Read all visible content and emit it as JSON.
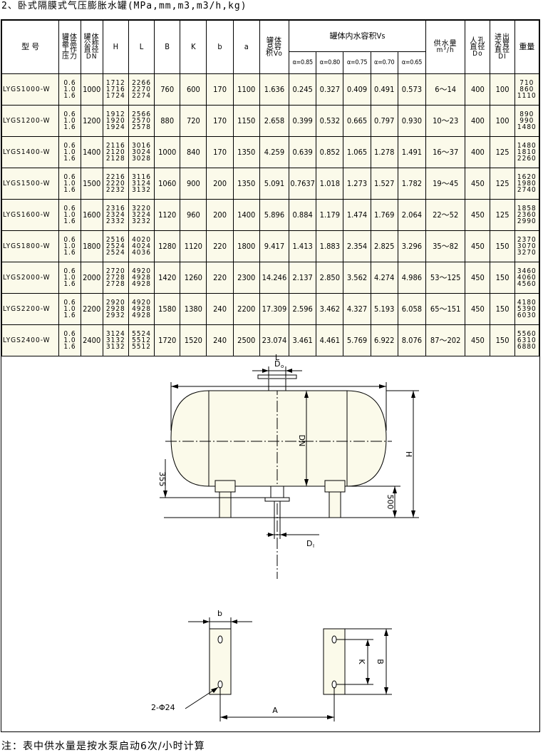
{
  "title": "2、卧式隔膜式气压膨胀水罐(MPa,mm,m3,m3/h,kg)",
  "header": {
    "model": "型 号",
    "pressure": [
      "罐体",
      "最高",
      "工作",
      "压力"
    ],
    "dn": [
      "罐体",
      "公称",
      "直径",
      "DN"
    ],
    "H": "H",
    "L": "L",
    "B": "B",
    "K": "K",
    "b": "b",
    "a": "a",
    "vo": [
      "罐体",
      "总容",
      "积Vo"
    ],
    "vs": "罐体内水容积Vs",
    "alpha": [
      "α=0.85",
      "α=0.80",
      "α=0.75",
      "α=0.70",
      "α=0.65"
    ],
    "supply": [
      "供水量",
      "m³/h"
    ],
    "manhole": [
      "人孔",
      "直径",
      "Do"
    ],
    "pipe": [
      "进出",
      "水管",
      "直径",
      "DI"
    ],
    "weight": "重量"
  },
  "rows": [
    {
      "model": "LYGS1000-W",
      "p": [
        "0.6",
        "1.0",
        "1.6"
      ],
      "dn": "1000",
      "H": [
        "1712",
        "1716",
        "1724"
      ],
      "L": [
        "2266",
        "2270",
        "2274"
      ],
      "B": "760",
      "K": "600",
      "b": "170",
      "a": "1100",
      "vo": "1.636",
      "vs": [
        "0.245",
        "0.327",
        "0.409",
        "0.491",
        "0.573"
      ],
      "q": "6～14",
      "do": "400",
      "di": "100",
      "w": [
        "710",
        "860",
        "1110"
      ]
    },
    {
      "model": "LYGS1200-W",
      "p": [
        "0.6",
        "1.0",
        "1.6"
      ],
      "dn": "1200",
      "H": [
        "1912",
        "1920",
        "1924"
      ],
      "L": [
        "2566",
        "2570",
        "2578"
      ],
      "B": "880",
      "K": "720",
      "b": "170",
      "a": "1150",
      "vo": "2.658",
      "vs": [
        "0.399",
        "0.532",
        "0.665",
        "0.797",
        "0.930"
      ],
      "q": "10～23",
      "do": "400",
      "di": "100",
      "w": [
        "890",
        "990",
        "1480"
      ]
    },
    {
      "model": "LYGS1400-W",
      "p": [
        "0.6",
        "1.0",
        "1.6"
      ],
      "dn": "1400",
      "H": [
        "2116",
        "2120",
        "2128"
      ],
      "L": [
        "3016",
        "3024",
        "3028"
      ],
      "B": "1000",
      "K": "840",
      "b": "170",
      "a": "1350",
      "vo": "4.259",
      "vs": [
        "0.639",
        "0.852",
        "1.065",
        "1.278",
        "1.491"
      ],
      "q": "16～37",
      "do": "400",
      "di": "125",
      "w": [
        "1480",
        "1810",
        "2260"
      ]
    },
    {
      "model": "LYGS1500-W",
      "p": [
        "0.6",
        "1.0",
        "1.6"
      ],
      "dn": "1500",
      "H": [
        "2216",
        "2220",
        "2232"
      ],
      "L": [
        "3116",
        "3124",
        "3132"
      ],
      "B": "1060",
      "K": "900",
      "b": "200",
      "a": "1350",
      "vo": "5.091",
      "vs": [
        "0.7637",
        "1.018",
        "1.273",
        "1.527",
        "1.782"
      ],
      "q": "19～45",
      "do": "450",
      "di": "125",
      "w": [
        "1620",
        "1980",
        "2740"
      ]
    },
    {
      "model": "LYGS1600-W",
      "p": [
        "0.6",
        "1.0",
        "1.6"
      ],
      "dn": "1600",
      "H": [
        "2316",
        "2324",
        "2332"
      ],
      "L": [
        "3220",
        "3224",
        "3232"
      ],
      "B": "1120",
      "K": "960",
      "b": "200",
      "a": "1400",
      "vo": "5.896",
      "vs": [
        "0.884",
        "1.179",
        "1.474",
        "1.769",
        "2.064"
      ],
      "q": "22～52",
      "do": "450",
      "di": "125",
      "w": [
        "1858",
        "2360",
        "2990"
      ]
    },
    {
      "model": "LYGS1800-W",
      "p": [
        "0.6",
        "1.0",
        "1.6"
      ],
      "dn": "1800",
      "H": [
        "2516",
        "2524",
        "2524"
      ],
      "L": [
        "4020",
        "4024",
        "4036"
      ],
      "B": "1280",
      "K": "1120",
      "b": "220",
      "a": "1800",
      "vo": "9.417",
      "vs": [
        "1.413",
        "1.883",
        "2.354",
        "2.825",
        "3.296"
      ],
      "q": "35～82",
      "do": "450",
      "di": "150",
      "w": [
        "2370",
        "3070",
        "3270"
      ]
    },
    {
      "model": "LYGS2000-W",
      "p": [
        "0.6",
        "1.0",
        "1.6"
      ],
      "dn": "2000",
      "H": [
        "2720",
        "2728",
        "2728"
      ],
      "L": [
        "4920",
        "4928",
        "4928"
      ],
      "B": "1420",
      "K": "1260",
      "b": "220",
      "a": "2300",
      "vo": "14.246",
      "vs": [
        "2.137",
        "2.850",
        "3.562",
        "4.274",
        "4.986"
      ],
      "q": "53～125",
      "do": "450",
      "di": "150",
      "w": [
        "3460",
        "4060",
        "4560"
      ]
    },
    {
      "model": "LYGS2200-W",
      "p": [
        "0.6",
        "1.0",
        "1.6"
      ],
      "dn": "2200",
      "H": [
        "2920",
        "2928",
        "2932"
      ],
      "L": [
        "4920",
        "4928",
        "4928"
      ],
      "B": "1580",
      "K": "1380",
      "b": "240",
      "a": "2200",
      "vo": "17.309",
      "vs": [
        "2.596",
        "3.462",
        "4.327",
        "5.193",
        "6.058"
      ],
      "q": "65～151",
      "do": "450",
      "di": "150",
      "w": [
        "4180",
        "5390",
        "6030"
      ]
    },
    {
      "model": "LYGS2400-W",
      "p": [
        "0.6",
        "1.0",
        "1.6"
      ],
      "dn": "2400",
      "H": [
        "3124",
        "3132",
        "3132"
      ],
      "L": [
        "5524",
        "5512",
        "5512"
      ],
      "B": "1720",
      "K": "1520",
      "b": "240",
      "a": "2500",
      "vo": "23.074",
      "vs": [
        "3.461",
        "4.461",
        "5.769",
        "6.922",
        "8.076"
      ],
      "q": "87～202",
      "do": "450",
      "di": "150",
      "w": [
        "5560",
        "6310",
        "6880"
      ]
    }
  ],
  "drawing": {
    "L": "L",
    "Do": "D",
    "Do_sub": "o",
    "DN": "DN",
    "H": "H",
    "d355": "355",
    "d500": "500",
    "DI": "D",
    "DI_sub": "I",
    "b": "b",
    "B": "B",
    "K": "K",
    "A": "A",
    "holes": "2-Φ24"
  },
  "footnote": "注：表中供水量是按水泵启动6次/小时计算"
}
